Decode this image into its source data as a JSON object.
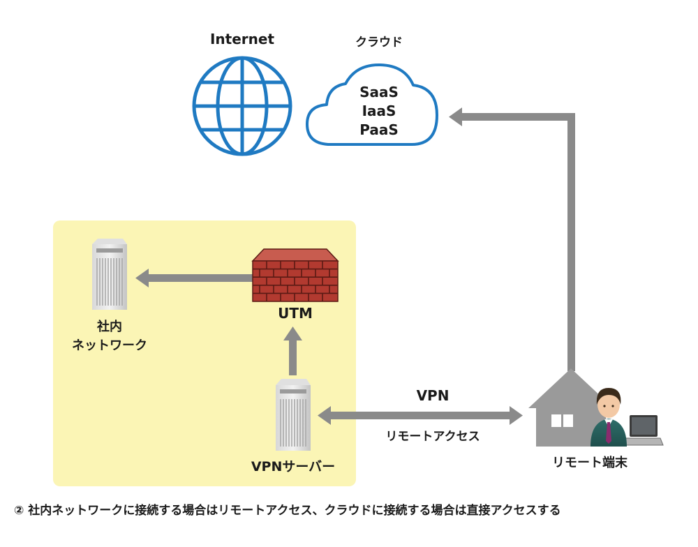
{
  "labels": {
    "internet": "Internet",
    "cloud": "クラウド",
    "cloud_services": [
      "SaaS",
      "IaaS",
      "PaaS"
    ],
    "utm": "UTM",
    "internal_network_line1": "社内",
    "internal_network_line2": "ネットワーク",
    "vpn_server": "VPNサーバー",
    "vpn": "VPN",
    "remote_access": "リモートアクセス",
    "remote_terminal": "リモート端末"
  },
  "caption": "② 社内ネットワークに接続する場合はリモートアクセス、クラウドに接続する場合は直接アクセスする",
  "colors": {
    "globe_blue": "#1f7ac2",
    "zone_fill": "#fbf5b5",
    "arrow_gray": "#8a8a8a",
    "brick_red": "#b23a30"
  },
  "icons": [
    "globe-icon",
    "cloud-icon",
    "server-icon",
    "firewall-icon",
    "house-icon",
    "person-icon",
    "laptop-icon"
  ]
}
